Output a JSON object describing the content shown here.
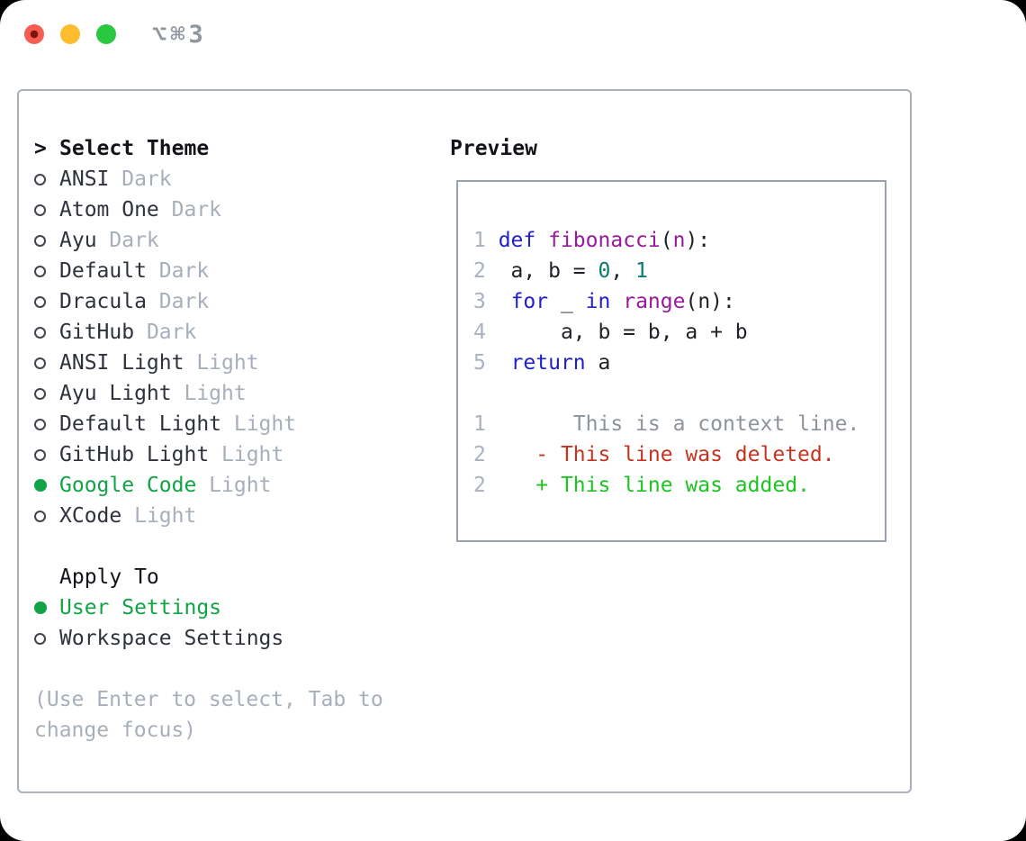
{
  "window": {
    "title": "⌥⌘3",
    "traffic_lights": [
      {
        "name": "close"
      },
      {
        "name": "minimize"
      },
      {
        "name": "zoom"
      }
    ]
  },
  "theme_picker": {
    "header": {
      "marker": ">",
      "label": "Select Theme"
    },
    "themes": [
      {
        "name": "ANSI",
        "variant": "Dark",
        "selected": false
      },
      {
        "name": "Atom One",
        "variant": "Dark",
        "selected": false
      },
      {
        "name": "Ayu",
        "variant": "Dark",
        "selected": false
      },
      {
        "name": "Default",
        "variant": "Dark",
        "selected": false
      },
      {
        "name": "Dracula",
        "variant": "Dark",
        "selected": false
      },
      {
        "name": "GitHub",
        "variant": "Dark",
        "selected": false
      },
      {
        "name": "ANSI Light",
        "variant": "Light",
        "selected": false
      },
      {
        "name": "Ayu Light",
        "variant": "Light",
        "selected": false
      },
      {
        "name": "Default Light",
        "variant": "Light",
        "selected": false
      },
      {
        "name": "GitHub Light",
        "variant": "Light",
        "selected": false
      },
      {
        "name": "Google Code",
        "variant": "Light",
        "selected": true
      },
      {
        "name": "XCode",
        "variant": "Light",
        "selected": false
      }
    ],
    "apply_to": {
      "label": "Apply To",
      "options": [
        {
          "name": "User Settings",
          "selected": true
        },
        {
          "name": "Workspace Settings",
          "selected": false
        }
      ]
    },
    "hint_lines": [
      "(Use Enter to select, Tab to",
      "change focus)"
    ]
  },
  "preview": {
    "label": "Preview",
    "lines": [
      {
        "kind": "code",
        "num": "1",
        "tokens": [
          {
            "t": "def",
            "c": "kw"
          },
          {
            "t": " ",
            "c": "pl"
          },
          {
            "t": "fibonacci",
            "c": "fn"
          },
          {
            "t": "(",
            "c": "pl"
          },
          {
            "t": "n",
            "c": "fn"
          },
          {
            "t": "):",
            "c": "pl"
          }
        ]
      },
      {
        "kind": "code",
        "num": "2",
        "tokens": [
          {
            "t": " a, b = ",
            "c": "pl"
          },
          {
            "t": "0",
            "c": "num"
          },
          {
            "t": ", ",
            "c": "pl"
          },
          {
            "t": "1",
            "c": "num"
          }
        ]
      },
      {
        "kind": "code",
        "num": "3",
        "tokens": [
          {
            "t": " ",
            "c": "pl"
          },
          {
            "t": "for",
            "c": "kw"
          },
          {
            "t": " _ ",
            "c": "pl"
          },
          {
            "t": "in",
            "c": "kw"
          },
          {
            "t": " ",
            "c": "pl"
          },
          {
            "t": "range",
            "c": "fn"
          },
          {
            "t": "(n):",
            "c": "pl"
          }
        ]
      },
      {
        "kind": "code",
        "num": "4",
        "tokens": [
          {
            "t": "     a, b = b, a + b",
            "c": "pl"
          }
        ]
      },
      {
        "kind": "code",
        "num": "5",
        "tokens": [
          {
            "t": " ",
            "c": "pl"
          },
          {
            "t": "return",
            "c": "kw"
          },
          {
            "t": " a",
            "c": "pl"
          }
        ]
      },
      {
        "kind": "blank",
        "num": "",
        "tokens": []
      },
      {
        "kind": "context",
        "num": "1",
        "tokens": [
          {
            "t": "      This is a context line.",
            "c": "ctx"
          }
        ]
      },
      {
        "kind": "deleted",
        "num": "2",
        "tokens": [
          {
            "t": "   - This line was deleted.",
            "c": "del"
          }
        ]
      },
      {
        "kind": "added",
        "num": "2",
        "tokens": [
          {
            "t": "   + This line was added.",
            "c": "add"
          }
        ]
      }
    ]
  },
  "colors": {
    "keyword": "#2121cb",
    "function": "#99199b",
    "number": "#0b7a6e",
    "plain": "#1e2126",
    "context": "#8d939b",
    "deleted": "#c63321",
    "added": "#1dc522",
    "line_number": "#a9b2bd",
    "muted": "#a7afba",
    "selected_green": "#10a446",
    "text_dark": "#2e333b",
    "heading": "#121419",
    "panel_border": "#aab1bb",
    "box_border": "#99a2ac",
    "traffic_red": "#f75c53",
    "traffic_red_dot": "#7c1510",
    "traffic_yellow": "#fdbd2f",
    "traffic_green": "#29c841",
    "title_gray": "#8f969e"
  }
}
